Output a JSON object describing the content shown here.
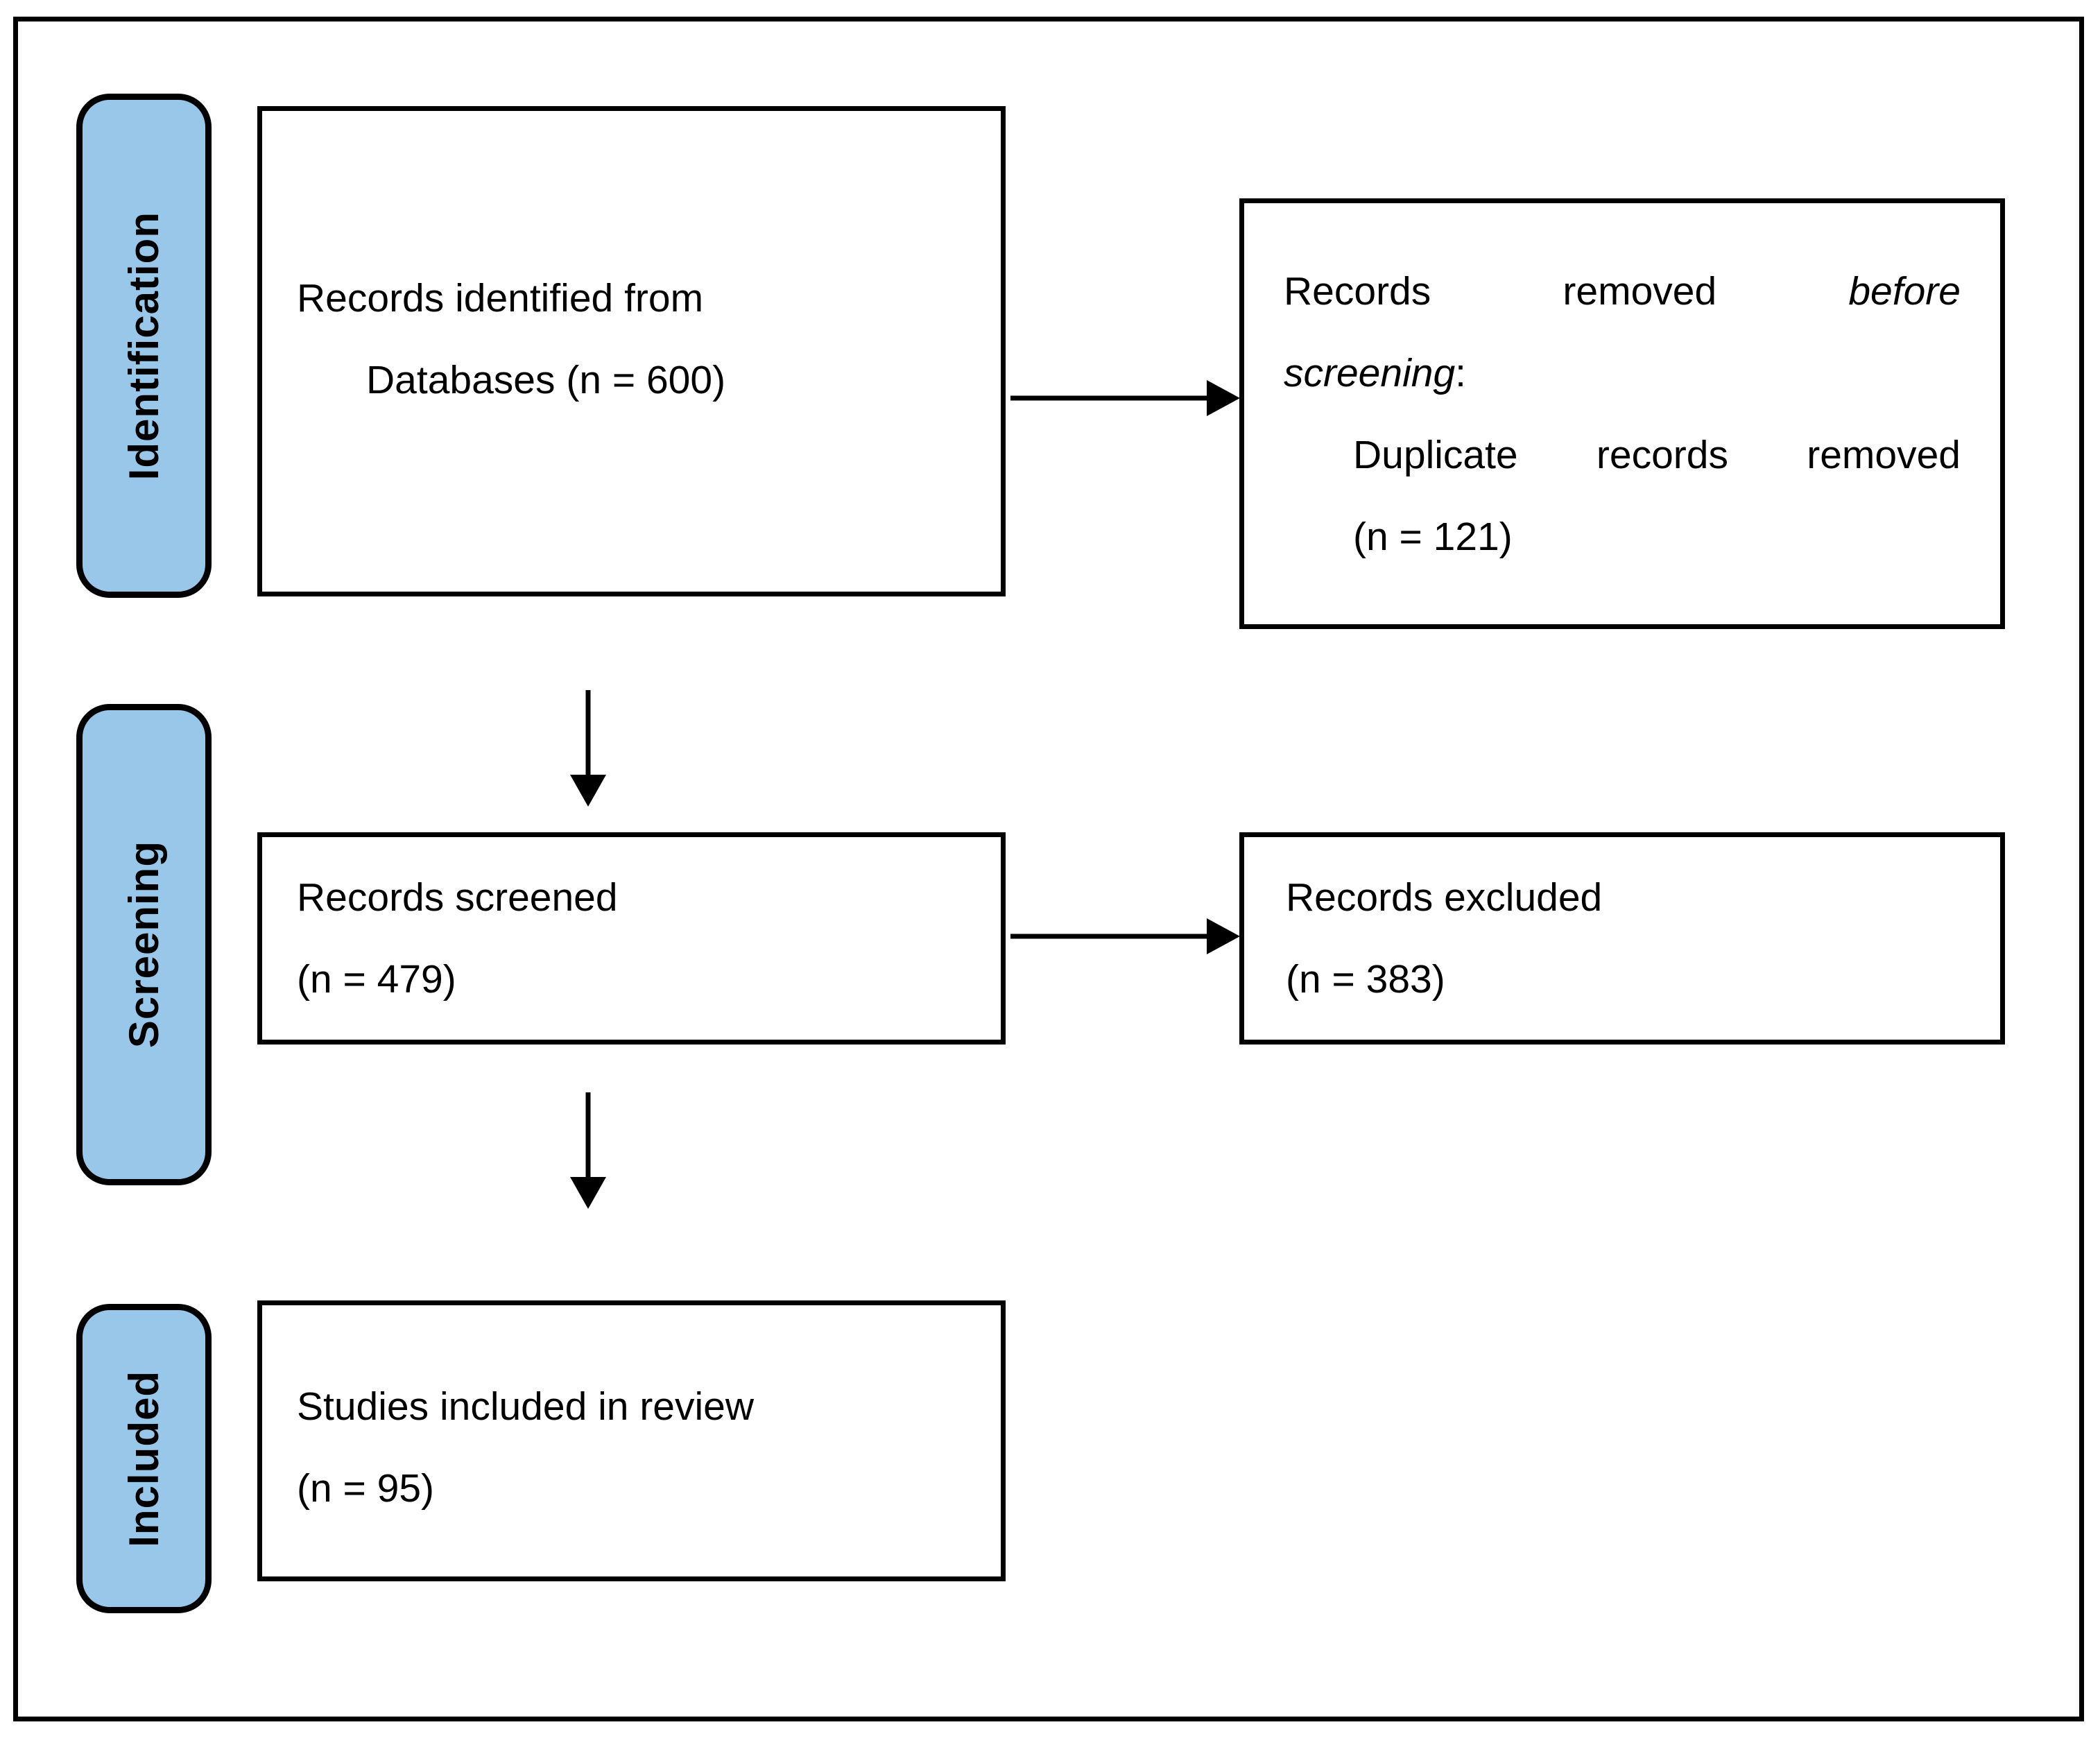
{
  "page": {
    "background": "#FFFFFF",
    "border_color": "#000000"
  },
  "stage_labels": [
    {
      "id": "identification",
      "label": "Identification"
    },
    {
      "id": "screening",
      "label": "Screening"
    },
    {
      "id": "included",
      "label": "Included"
    }
  ],
  "stage_style": {
    "fill": "#99C7E9",
    "text_color": "#000000"
  },
  "boxes": {
    "identified": {
      "line1": "Records identified from",
      "line2": "Databases (n = 600)"
    },
    "removed_before_screening": {
      "line1": {
        "w1": "Records",
        "w2": "removed",
        "w3_italic": "before"
      },
      "line2": {
        "italic": "screening",
        "suffix": ":"
      },
      "line3": {
        "w1": "Duplicate",
        "w2": "records",
        "w3": "removed"
      },
      "line4": "(n = 121)"
    },
    "screened": {
      "line1": "Records screened",
      "line2": "(n = 479)"
    },
    "excluded": {
      "line1": "Records excluded",
      "line2": "(n = 383)"
    },
    "included": {
      "line1": "Studies included in review",
      "line2": "(n = 95)"
    }
  }
}
